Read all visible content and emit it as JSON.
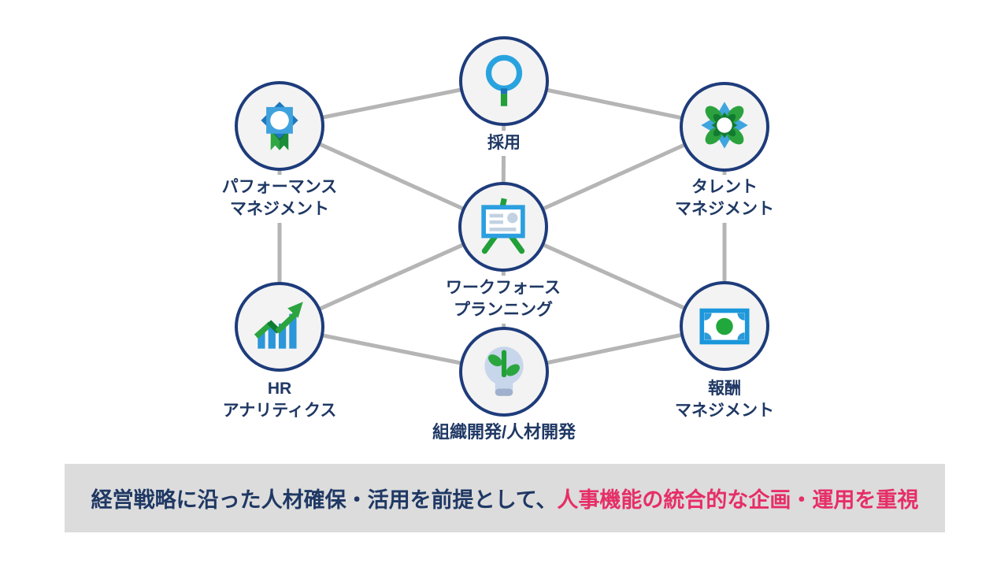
{
  "diagram": {
    "nodes": {
      "performance": {
        "line1": "パフォーマンス",
        "line2": "マネジメント",
        "icon": "award-ribbon-icon"
      },
      "recruitment": {
        "line1": "採用",
        "icon": "search-magnifier-icon"
      },
      "talent": {
        "line1": "タレント",
        "line2": "マネジメント",
        "icon": "flower-icon"
      },
      "workforce": {
        "line1": "ワークフォース",
        "line2": "プランニング",
        "icon": "presentation-board-icon"
      },
      "hr_analytics": {
        "line1": "HR",
        "line2": "アナリティクス",
        "icon": "growth-chart-icon"
      },
      "org_dev": {
        "line1": "組織開発/人材開発",
        "icon": "lightbulb-plant-icon"
      },
      "compensation": {
        "line1": "報酬",
        "line2": "マネジメント",
        "icon": "banknote-icon"
      }
    },
    "connections": [
      "performance-recruitment",
      "recruitment-talent",
      "performance-workforce",
      "talent-workforce",
      "recruitment-workforce",
      "workforce-hr_analytics",
      "workforce-compensation",
      "workforce-org_dev",
      "hr_analytics-org_dev",
      "org_dev-compensation",
      "performance-hr_analytics",
      "talent-compensation"
    ],
    "colors": {
      "node_border": "#1e3c7b",
      "node_fill": "#f3f3f3",
      "label_text": "#1f3864",
      "connector_gray": "#b5b5b5",
      "icon_blue": "#2199dc",
      "icon_dark_blue": "#1b72b8",
      "icon_green": "#21a038",
      "icon_dark_green": "#117b31",
      "bulb_fill": "#c8d6eb"
    }
  },
  "banner": {
    "text_blue": "経営戦略に沿った人材確保・活用を前提として、",
    "text_red": "人事機能の統合的な企画・運用を重視",
    "background": "#dcdcdc",
    "red_color": "#e62e67",
    "blue_color": "#1f3864"
  }
}
